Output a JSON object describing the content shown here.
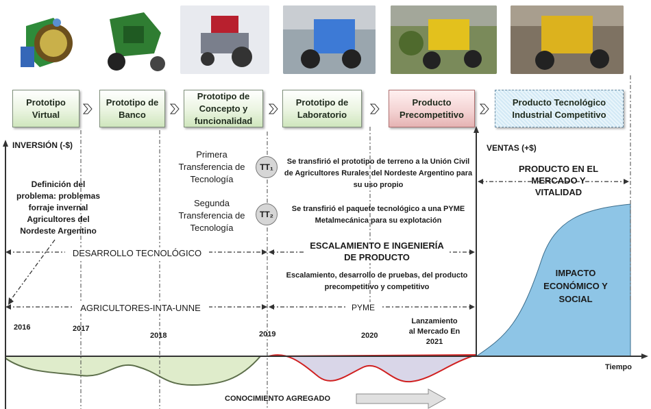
{
  "stages": [
    {
      "label": "Prototipo Virtual"
    },
    {
      "label": "Prototipo de Banco"
    },
    {
      "label": "Prototipo de Concepto y funcionalidad"
    },
    {
      "label": "Prototipo de Laboratorio"
    },
    {
      "label": "Producto Precompetitivo"
    },
    {
      "label": "Producto Tecnológico Industrial Competitivo"
    }
  ],
  "investment_label": "INVERSIÓN (-$)",
  "sales_label": "VENTAS (+$)",
  "problem_text": "Definición del problema: problemas forraje invernal Agricultores del Nordeste Argentino",
  "transfer1": {
    "label": "Primera Transferencia de Tecnología",
    "badge": "TT₁",
    "desc": "Se transfirió el prototipo de terreno a la Unión Civil de Agricultores Rurales del Nordeste Argentino para su uso propio"
  },
  "transfer2": {
    "label": "Segunda Transferencia de Tecnología",
    "badge": "TT₂",
    "desc": "Se transfirió el paquete tecnológico a una PYME Metalmecánica para su explotación"
  },
  "market_label": "PRODUCTO EN EL MERCADO Y VITALIDAD",
  "dev_label": "DESARROLLO TECNOLÓGICO",
  "scale_label": "ESCALAMIENTO E INGENIERÍA DE PRODUCTO",
  "scale_desc": "Escalamiento, desarrollo de pruebas, del producto precompetitivo y competitivo",
  "impact_label": "IMPACTO ECONÓMICO Y SOCIAL",
  "agri_label": "AGRICULTORES-INTA-UNNE",
  "pyme_label": "PYME",
  "launch_label": "Lanzamiento al Mercado En 2021",
  "years": [
    "2016",
    "2017",
    "2018",
    "2019",
    "2020"
  ],
  "time_label": "Tiempo",
  "knowledge_label": "CONOCIMIENTO AGREGADO",
  "colors": {
    "green_fill": "#dfeccb",
    "red_curve": "#d02020",
    "blue_fill": "#8ec5e6",
    "violet_fill": "#d9d6e8"
  }
}
